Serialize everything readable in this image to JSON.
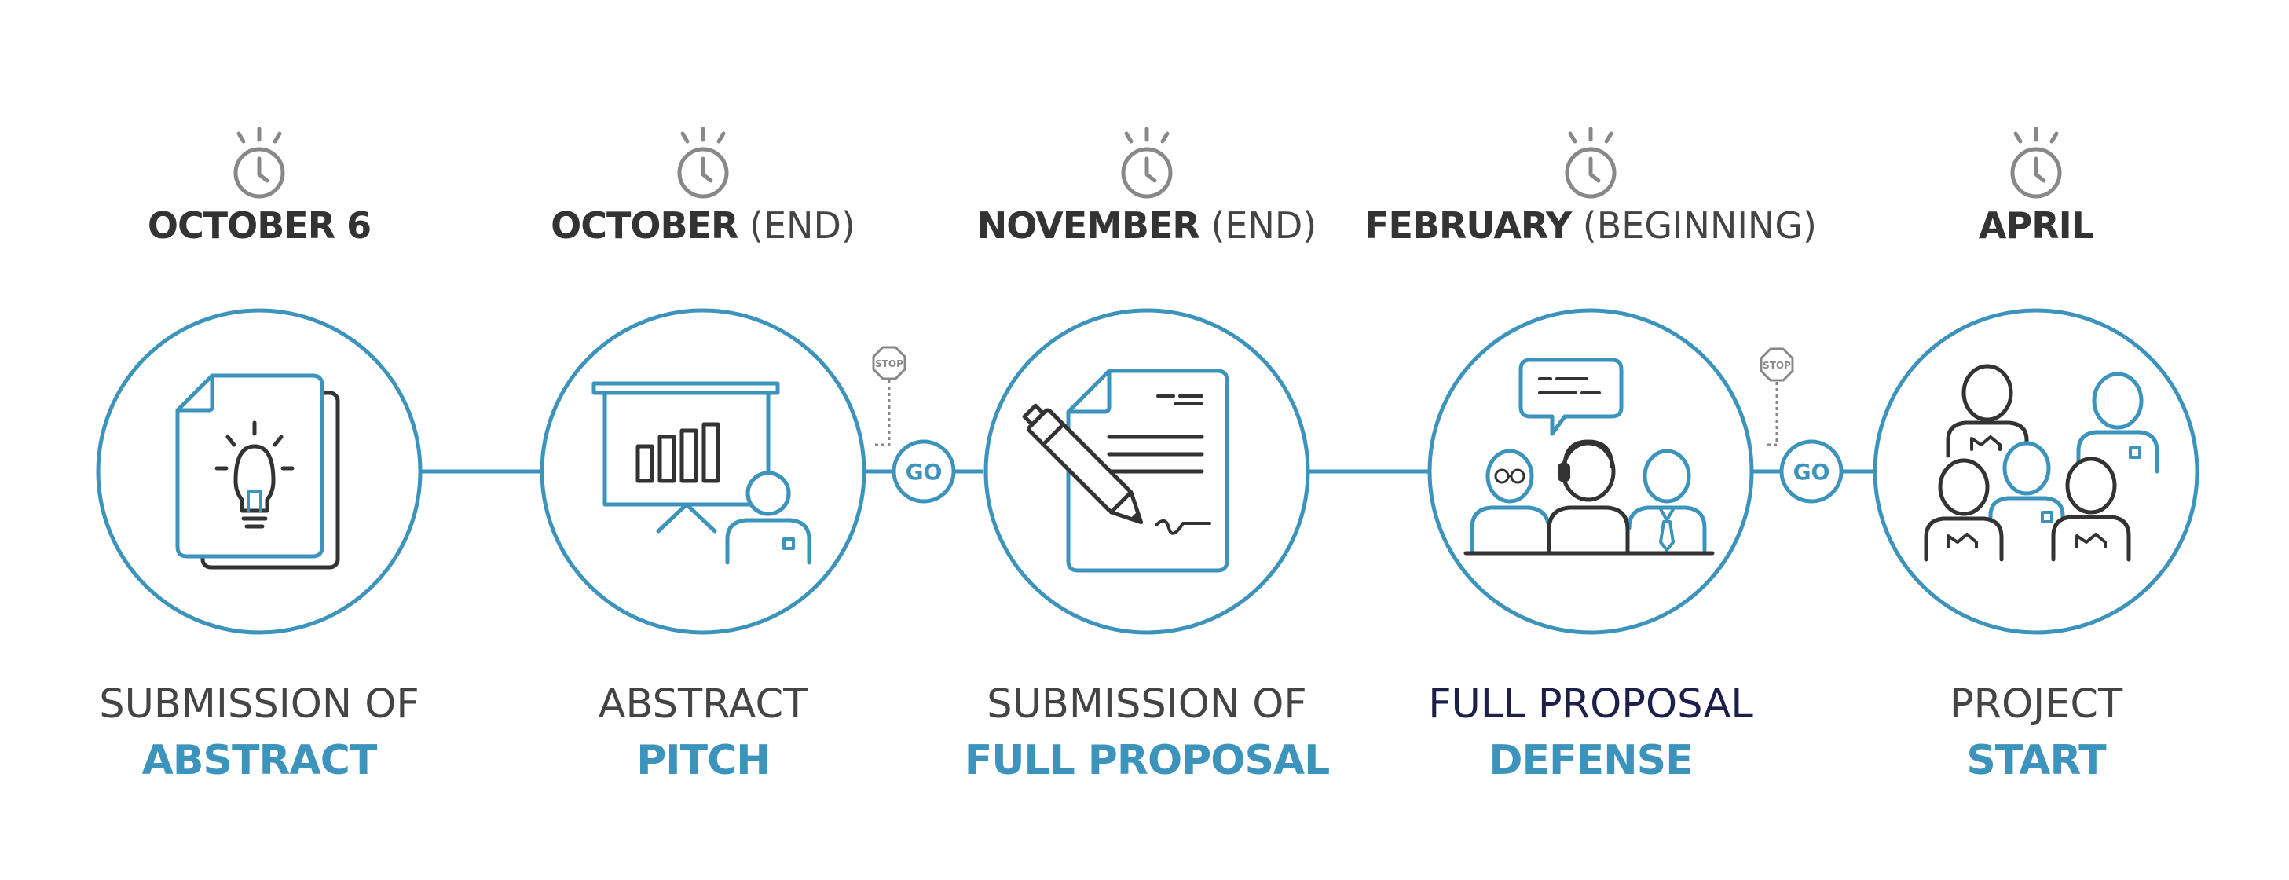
{
  "stages": [
    {
      "date_bold": "OCTOBER 6",
      "date_rest": "",
      "title_line1": "SUBMISSION OF",
      "title_line2": "ABSTRACT",
      "icon": "document-lightbulb-icon"
    },
    {
      "date_bold": "OCTOBER",
      "date_rest": "(END)",
      "title_line1": "ABSTRACT",
      "title_line2": "PITCH",
      "icon": "presentation-board-icon"
    },
    {
      "date_bold": "NOVEMBER",
      "date_rest": "(END)",
      "title_line1": "SUBMISSION OF",
      "title_line2": "FULL PROPOSAL",
      "icon": "document-pen-signing-icon"
    },
    {
      "date_bold": "FEBRUARY",
      "date_rest": "(BEGINNING)",
      "title_line1": "FULL PROPOSAL",
      "title_line2": "DEFENSE",
      "icon": "panel-jury-icon"
    },
    {
      "date_bold": "APRIL",
      "date_rest": "",
      "title_line1": "PROJECT",
      "title_line2": "START",
      "icon": "team-icon"
    }
  ],
  "gates": [
    {
      "stop_label": "STOP",
      "go_label": "GO"
    },
    {
      "stop_label": "STOP",
      "go_label": "GO"
    }
  ],
  "colors": {
    "accent": "#3c93bb",
    "text_dark": "#333333",
    "icon_dark": "#333333",
    "stopwatch": "#888888",
    "defense_label": "#1c1f4a"
  }
}
